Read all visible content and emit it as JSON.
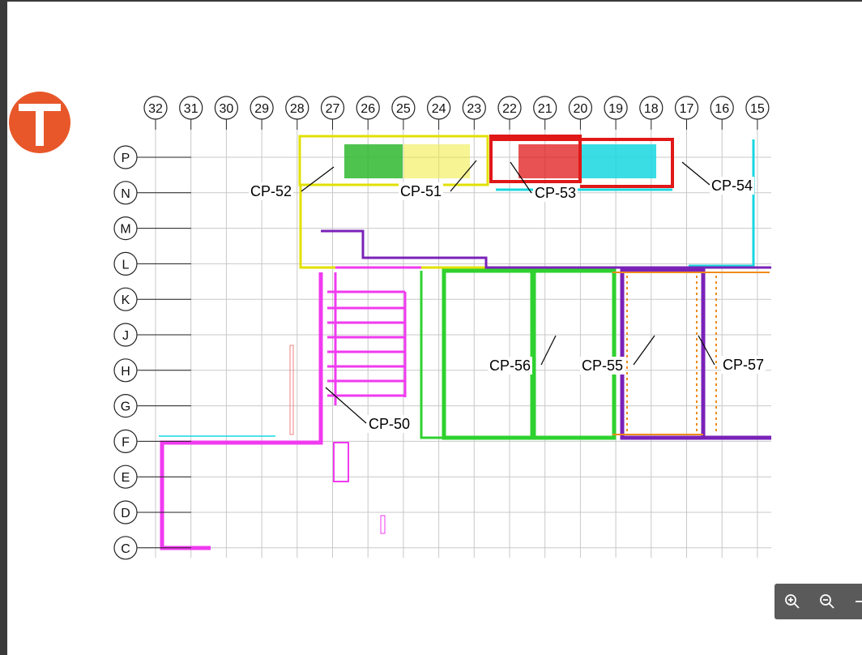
{
  "viewer": {
    "toolbar": {
      "zoom_in": "zoom-in-icon",
      "zoom_out": "zoom-out-icon",
      "more": "more-icon"
    }
  },
  "logo": {
    "name": "company-logo",
    "color": "#e8572a"
  },
  "drawing": {
    "column_labels": [
      "32",
      "31",
      "30",
      "29",
      "28",
      "27",
      "26",
      "25",
      "24",
      "23",
      "22",
      "21",
      "20",
      "19",
      "18",
      "17",
      "16",
      "15"
    ],
    "row_labels": [
      "P",
      "N",
      "M",
      "L",
      "K",
      "J",
      "H",
      "G",
      "F",
      "E",
      "D",
      "C"
    ],
    "callouts": [
      "CP-52",
      "CP-51",
      "CP-53",
      "CP-54",
      "CP-56",
      "CP-55",
      "CP-57",
      "CP-50"
    ],
    "colors": {
      "yellow": "#e2e000",
      "green": "#2fd12f",
      "red": "#e01818",
      "cyan": "#19d7e0",
      "magenta": "#f03af0",
      "purple": "#7a22b8",
      "orange": "#f08a1a",
      "grid": "#c8c8c8"
    }
  }
}
